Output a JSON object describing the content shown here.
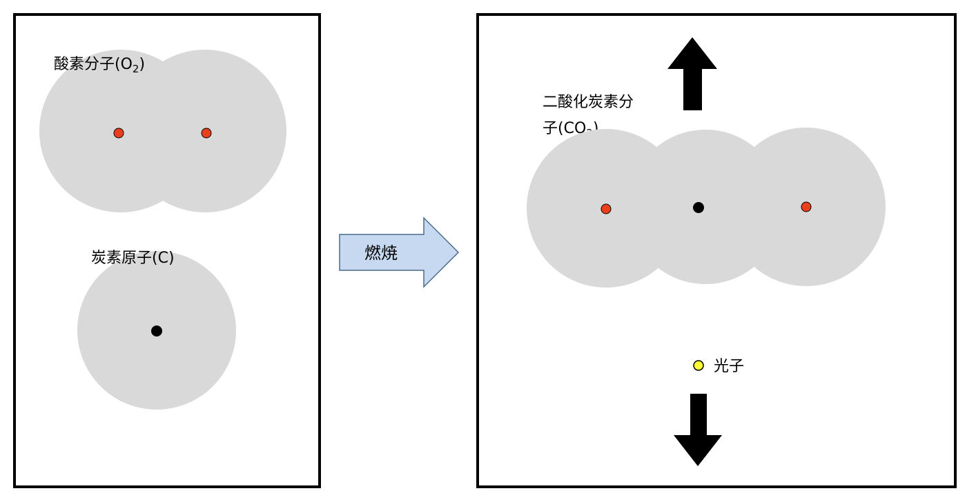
{
  "left_panel": {
    "oxygen_molecule": {
      "label_main": "酸素分子(O",
      "label_sub": "2",
      "label_end": ")"
    },
    "carbon_atom": {
      "label": "炭素原子(C)"
    }
  },
  "reaction_arrow": {
    "label": "燃焼"
  },
  "right_panel": {
    "co2_molecule": {
      "label_line1": "二酸化炭素分",
      "label_line2_main": "子(CO",
      "label_line2_sub": "2",
      "label_line2_end": ")"
    },
    "photon": {
      "label": "光子"
    }
  },
  "colors": {
    "atom_cloud": "#d9d9d9",
    "oxygen_nucleus": "#e8401c",
    "carbon_nucleus": "#000000",
    "photon": "#ffff33",
    "reaction_arrow_fill": "#c6d9f0",
    "reaction_arrow_stroke": "#4a6b8a",
    "panel_border": "#000000"
  }
}
